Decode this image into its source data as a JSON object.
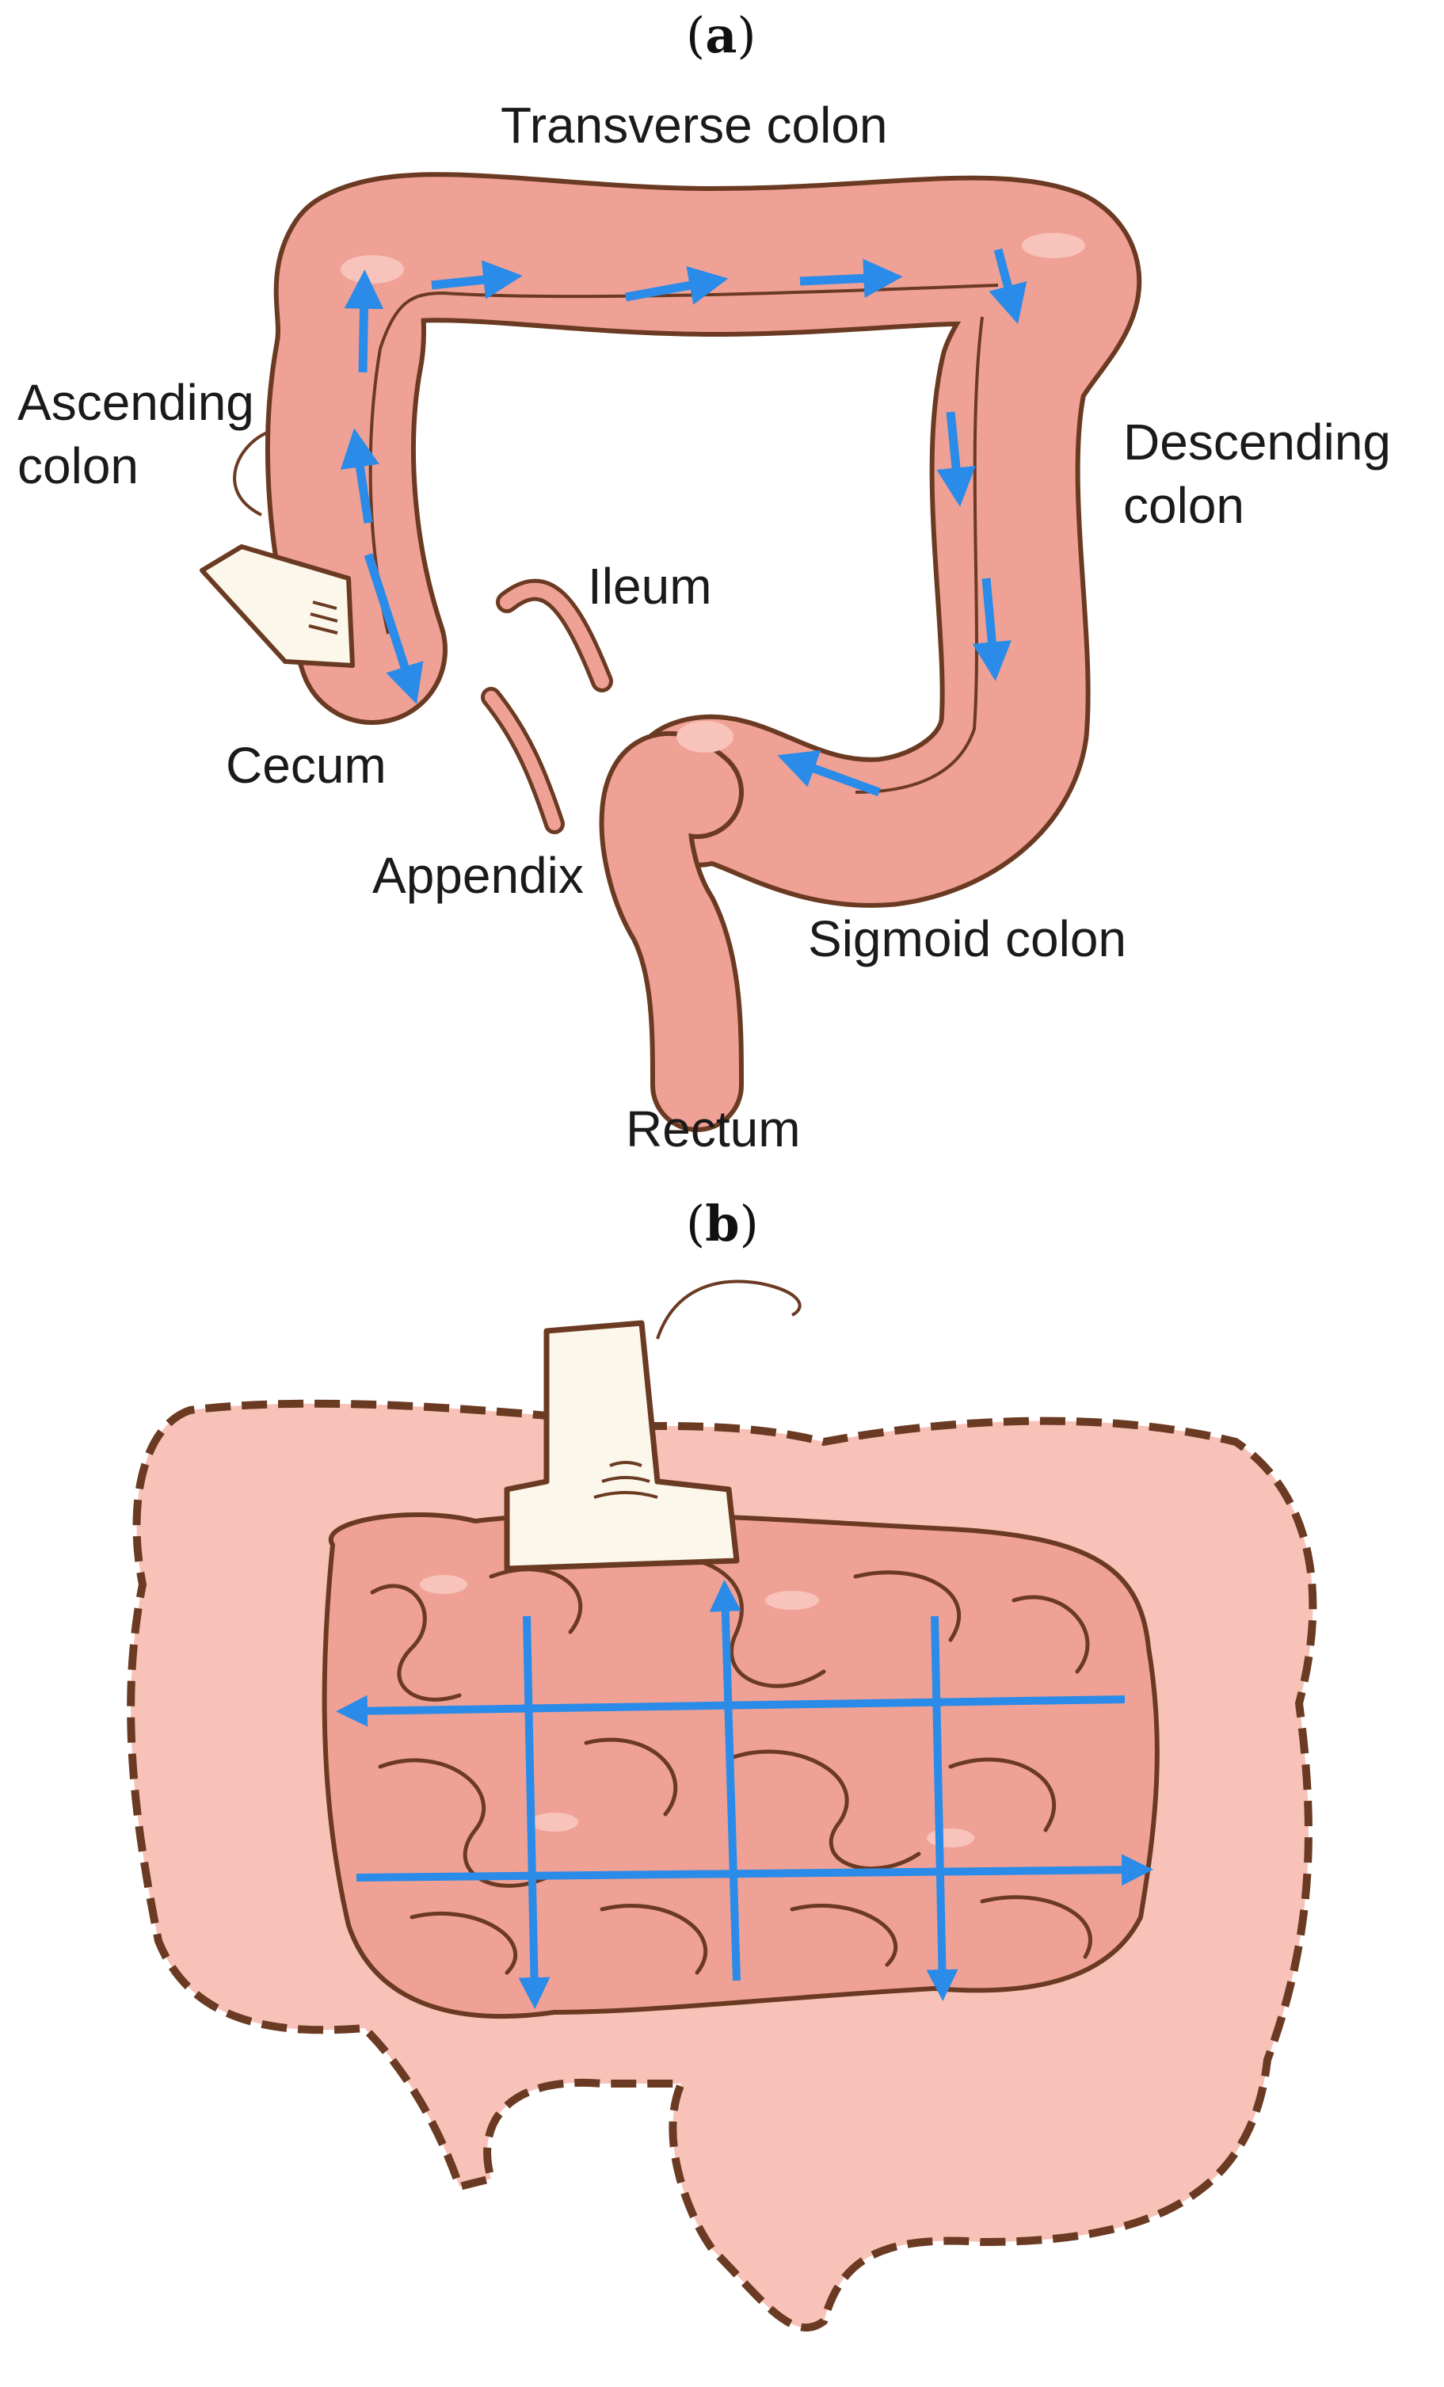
{
  "panel_a": {
    "label_open": "(",
    "label_letter": "a",
    "label_close": ")",
    "labels": {
      "transverse_colon": "Transverse colon",
      "ascending_colon_line1": "Ascending",
      "ascending_colon_line2": "colon",
      "descending_colon_line1": "Descending",
      "descending_colon_line2": "colon",
      "ileum": "Ileum",
      "cecum": "Cecum",
      "appendix": "Appendix",
      "sigmoid_colon": "Sigmoid colon",
      "rectum": "Rectum"
    }
  },
  "panel_b": {
    "label_open": "(",
    "label_letter": "b",
    "label_close": ")"
  },
  "colors": {
    "colon_fill": "#f0a196",
    "colon_highlight": "#f7c3bb",
    "outline": "#6b3a22",
    "arrow": "#2a8be8",
    "probe_fill": "#fbf7ea",
    "bg_pink": "#f8c2b9"
  },
  "icons": {
    "probe_a": "ultrasound-probe-icon",
    "probe_b": "ultrasound-probe-icon"
  }
}
